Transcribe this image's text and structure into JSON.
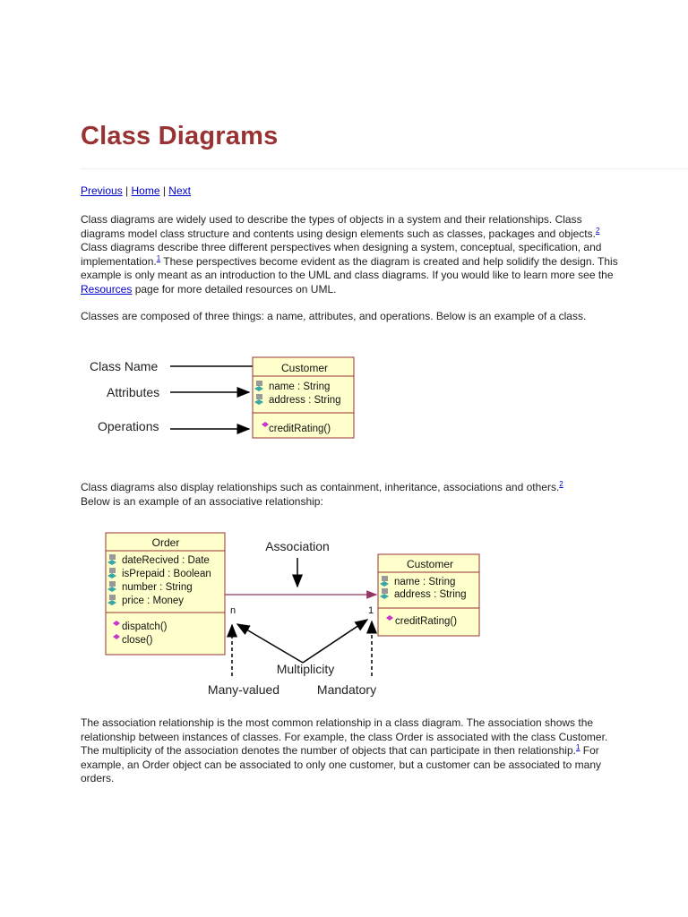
{
  "page": {
    "title": "Class Diagrams",
    "nav": {
      "previous": "Previous",
      "sep1": " | ",
      "home": "Home",
      "sep2": " | ",
      "next": "Next"
    },
    "para1": {
      "a": "Class diagrams are widely used to describe the types of objects in a system and their relationships. Class diagrams model class structure and contents using design elements such as classes, packages and objects.",
      "sup1": "2",
      "b": " Class diagrams describe three different perspectives when designing a system, conceptual, specification, and implementation.",
      "sup2": "1",
      "c": " These perspectives become evident as the diagram is created and help solidify the design. This example is only meant as an introduction to the UML and class diagrams. If you would like to learn more see the ",
      "link": "Resources",
      "d": " page for more detailed resources on UML."
    },
    "para2": "Classes are composed of three things: a name, attributes, and operations. Below is an example of a class.",
    "para3": {
      "a": "Class diagrams also display relationships such as containment, inheritance, associations and others.",
      "sup": "2",
      "b": " Below is an example of an associative relationship:"
    },
    "para4": {
      "a": "The association relationship is the most common relationship in a class diagram. The association shows the relationship between instances of classes. For example, the class Order is associated with the class Customer. The multiplicity of the association denotes the number of objects that can participate in then relationship.",
      "sup": "1",
      "b": " For example, an Order object can be associated to only one customer, but a customer can be associated to many orders."
    }
  },
  "diagram1": {
    "labels": {
      "class_name": "Class Name",
      "attributes": "Attributes",
      "operations": "Operations"
    },
    "class": {
      "name": "Customer",
      "attributes": [
        "name : String",
        "address : String"
      ],
      "operations": [
        "creditRating()"
      ]
    }
  },
  "diagram2": {
    "order": {
      "name": "Order",
      "attributes": [
        "dateRecived : Date",
        "isPrepaid : Boolean",
        "number : String",
        "price : Money"
      ],
      "operations": [
        "dispatch()",
        "close()"
      ]
    },
    "customer": {
      "name": "Customer",
      "attributes": [
        "name : String",
        "address : String"
      ],
      "operations": [
        "creditRating()"
      ]
    },
    "labels": {
      "association": "Association",
      "multiplicity": "Multiplicity",
      "many_valued": "Many-valued",
      "mandatory": "Mandatory",
      "n": "n",
      "one": "1"
    }
  },
  "colors": {
    "title": "#993333",
    "link": "#0000cc",
    "class_fill": "#ffffcc",
    "class_border": "#993333",
    "assoc_line": "#993366"
  }
}
